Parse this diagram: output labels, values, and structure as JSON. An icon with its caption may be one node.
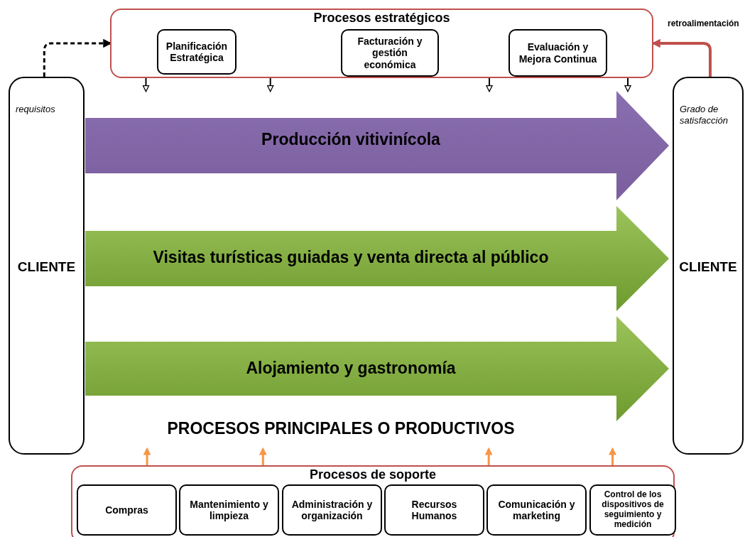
{
  "diagram": {
    "nodes": [
      {
        "text": [
          "Procesos estratégicos"
        ]
      },
      {
        "text": [
          "Planificación Estratégica"
        ],
        "in": 0
      },
      {
        "text": [
          "Facturación y gestión económica"
        ],
        "in": 0
      },
      {
        "text": [
          "Evaluación y Mejora Continua"
        ],
        "in": 0
      },
      {
        "text": [
          "requisitos",
          "CLIENTE"
        ]
      },
      {
        "text": [
          "Producción vitivinícola"
        ]
      },
      {
        "text": [
          "Visitas turísticas guiadas y venta directa al público"
        ]
      },
      {
        "text": [
          "Alojamiento y gastronomía"
        ]
      },
      {
        "text": [
          "Grado de satisfacción",
          "CLIENTE"
        ]
      },
      {
        "text": [
          "Procesos de soporte"
        ]
      },
      {
        "text": [
          "Compras"
        ],
        "in": 9
      },
      {
        "text": [
          "Mantenimiento y limpieza"
        ],
        "in": 9
      },
      {
        "text": [
          "Administración y organización"
        ],
        "in": 9
      },
      {
        "text": [
          "Recursos Humanos"
        ],
        "in": 9
      },
      {
        "text": [
          "Comunicación y marketing"
        ],
        "in": 9
      },
      {
        "text": [
          "Control de los dispositivos de seguimiento y medición"
        ],
        "in": 9
      }
    ],
    "edges": [
      {
        "from": 4,
        "to": 0,
        "arrow": "to",
        "style": "dashed"
      },
      {
        "from": 8,
        "to": 0,
        "arrow": "to",
        "label": "retroalimentación",
        "color": "#c0504d"
      },
      {
        "from": 0,
        "to": null,
        "arrow": "to"
      },
      {
        "from": 0,
        "to": null,
        "arrow": "to"
      },
      {
        "from": 0,
        "to": null,
        "arrow": "to"
      },
      {
        "from": 0,
        "to": null,
        "arrow": "to"
      },
      {
        "from": 9,
        "to": null,
        "arrow": "to",
        "color": "#f79646"
      },
      {
        "from": 9,
        "to": null,
        "arrow": "to",
        "color": "#f79646"
      },
      {
        "from": 9,
        "to": null,
        "arrow": "to",
        "color": "#f79646"
      },
      {
        "from": 9,
        "to": null,
        "arrow": "to",
        "color": "#f79646"
      },
      {
        "from": 4,
        "to": 8,
        "arrow": "to",
        "color": "#8064a2"
      },
      {
        "from": 4,
        "to": 8,
        "arrow": "to",
        "color": "#77a33b"
      },
      {
        "from": 4,
        "to": 8,
        "arrow": "to",
        "color": "#77a33b"
      }
    ],
    "labels": [
      "PROCESOS PRINCIPALES O PRODUCTIVOS"
    ]
  }
}
